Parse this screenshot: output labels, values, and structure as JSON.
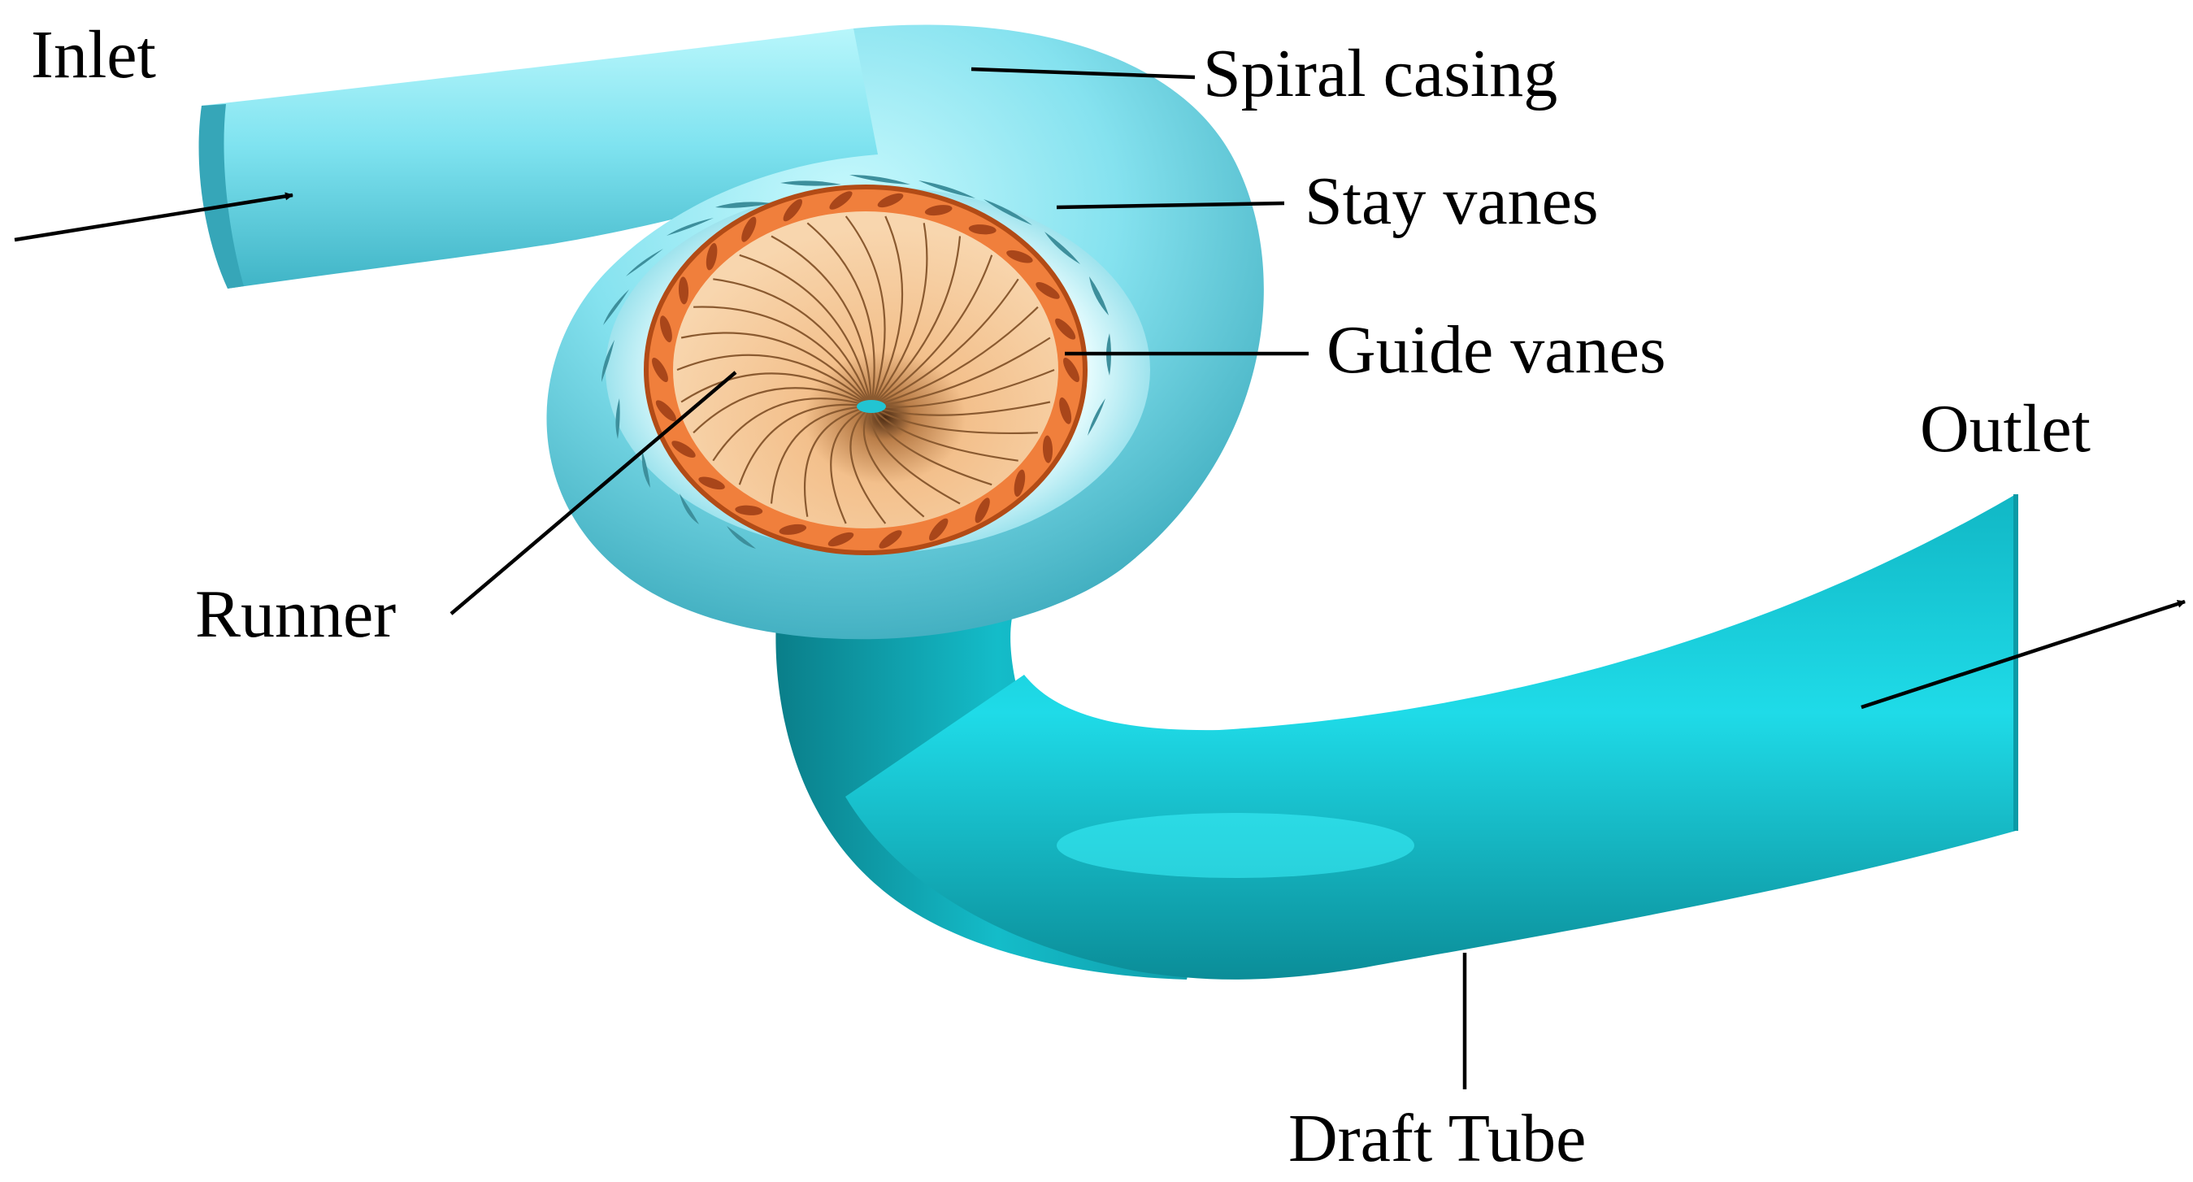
{
  "labels": {
    "inlet": "Inlet",
    "spiral_casing": "Spiral casing",
    "stay_vanes": "Stay vanes",
    "guide_vanes": "Guide vanes",
    "outlet": "Outlet",
    "runner": "Runner",
    "draft_tube": "Draft Tube"
  },
  "colors": {
    "casing_light": "#9eeff8",
    "casing_mid": "#6ad6e6",
    "casing_dark": "#3fb0c2",
    "draft_tube_light": "#1ee0ee",
    "draft_tube_mid": "#14c2cf",
    "draft_tube_dark": "#0a7f8a",
    "guide_ring": "#f07f3c",
    "guide_ring_dark": "#b24b16",
    "runner_face": "#f5c89a",
    "runner_hub": "#5a3a20",
    "leader_line": "#000000"
  }
}
